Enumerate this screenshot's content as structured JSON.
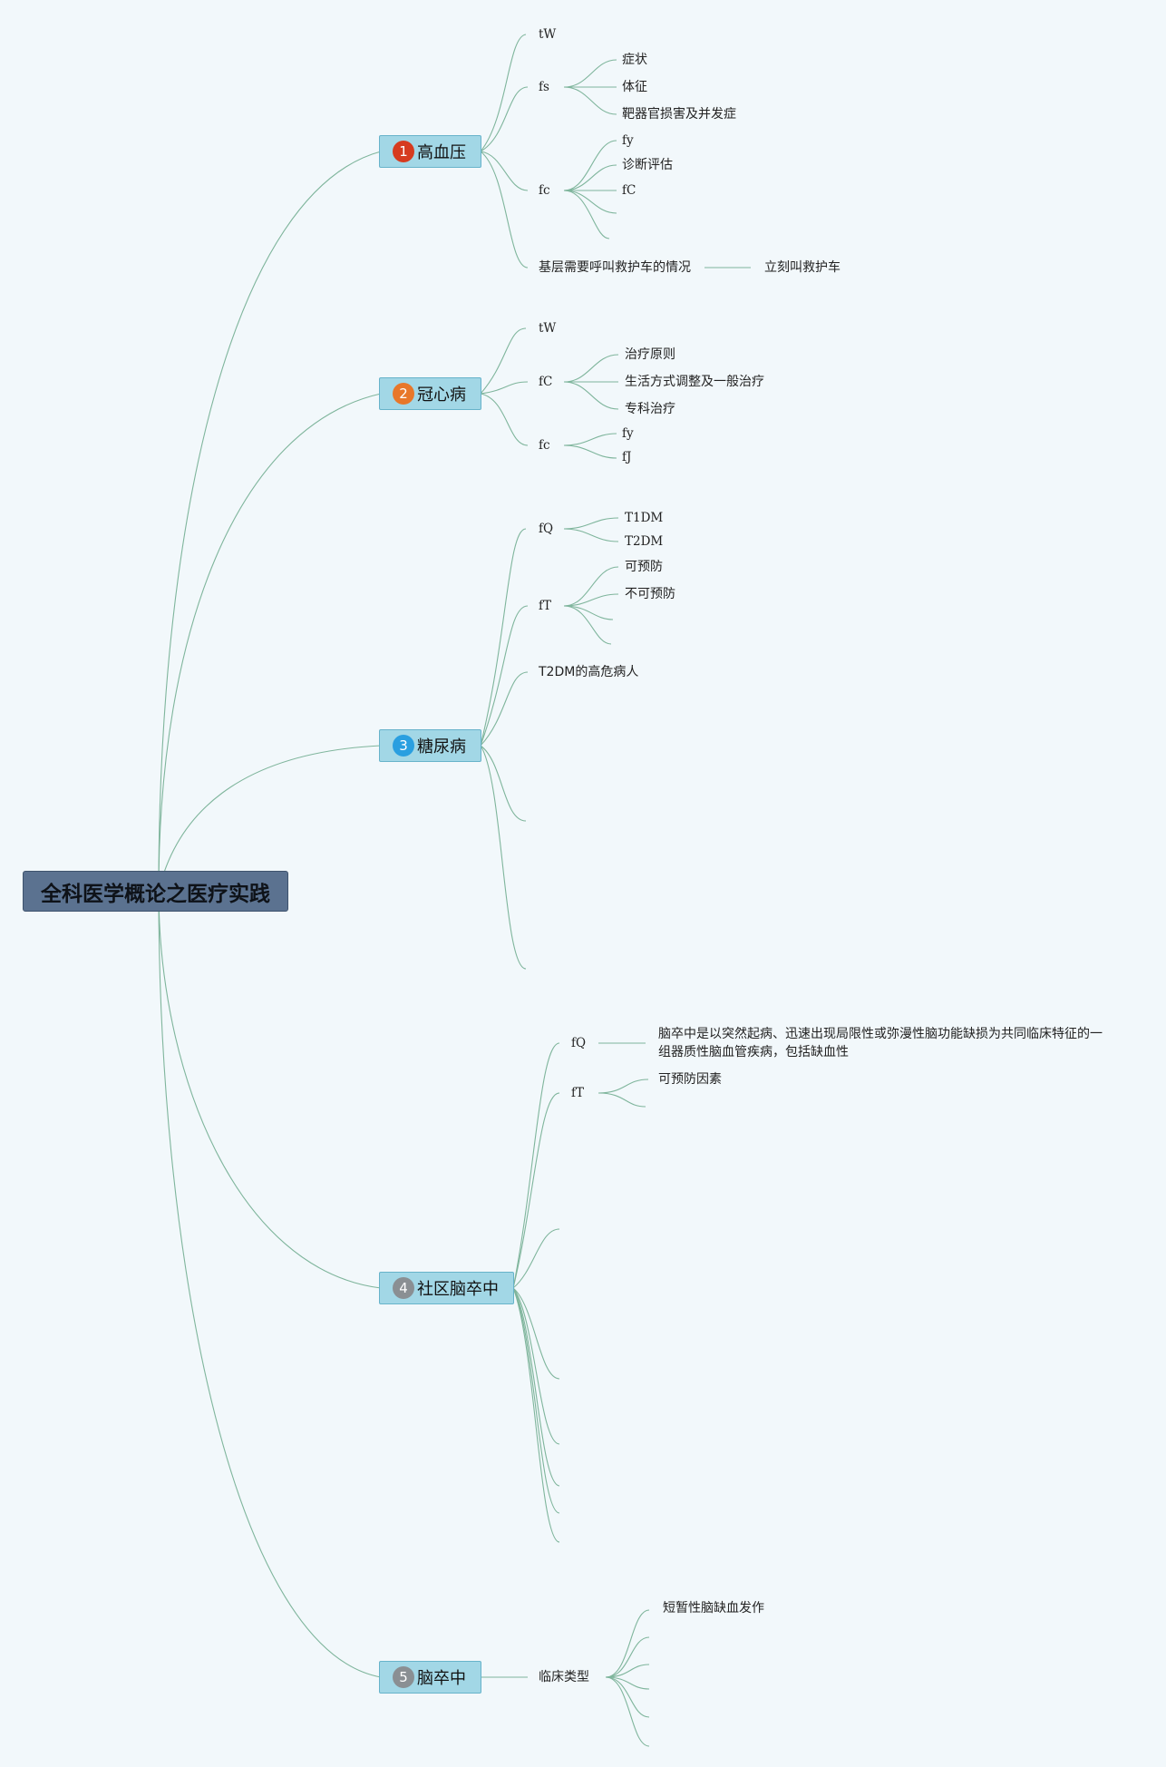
{
  "root": {
    "title": "全科医学概论之医疗实践"
  },
  "topics": [
    {
      "number": "1",
      "label": "高血压",
      "badge_color": "#d63b1f"
    },
    {
      "number": "2",
      "label": "冠心病",
      "badge_color": "#e8772a"
    },
    {
      "number": "3",
      "label": "糖尿病",
      "badge_color": "#2a9fe0"
    },
    {
      "number": "4",
      "label": "社区脑卒中",
      "badge_color": "#8a8f93"
    },
    {
      "number": "5",
      "label": "脑卒中",
      "badge_color": "#8a8f93"
    }
  ],
  "hypertension": {
    "tw": "tW",
    "fs": "fs",
    "fs_children": [
      "症状",
      "体征",
      "靶器官损害及并发症"
    ],
    "fc": "fc",
    "fc_children": [
      "fy",
      "诊断评估",
      "fC"
    ],
    "ambulance": "基层需要呼叫救护车的情况",
    "ambulance_child": "立刻叫救护车"
  },
  "chd": {
    "tw": "tW",
    "fC": "fC",
    "fC_children": [
      "治疗原则",
      "生活方式调整及一般治疗",
      "专科治疗"
    ],
    "fc": "fc",
    "fc_children": [
      "fy",
      "fJ"
    ]
  },
  "diabetes": {
    "fQ": "fQ",
    "fQ_children": [
      "T1DM",
      "T2DM"
    ],
    "fT": "fT",
    "fT_children": [
      "可预防",
      "不可预防"
    ],
    "highrisk": "T2DM的高危病人"
  },
  "community_stroke": {
    "fQ": "fQ",
    "fQ_child": "脑卒中是以突然起病、迅速出现局限性或弥漫性脑功能缺损为共同临床特征的一组器质性脑血管疾病，包括缺血性",
    "fT": "fT",
    "fT_child": "可预防因素"
  },
  "stroke": {
    "clinical_type": "临床类型",
    "clinical_children": [
      "短暂性脑缺血发作"
    ]
  },
  "colors": {
    "line": "#7fb59c",
    "topic_fill": "#a2d7e6",
    "root_fill": "#5b7290",
    "background": "#f2f8fb"
  }
}
